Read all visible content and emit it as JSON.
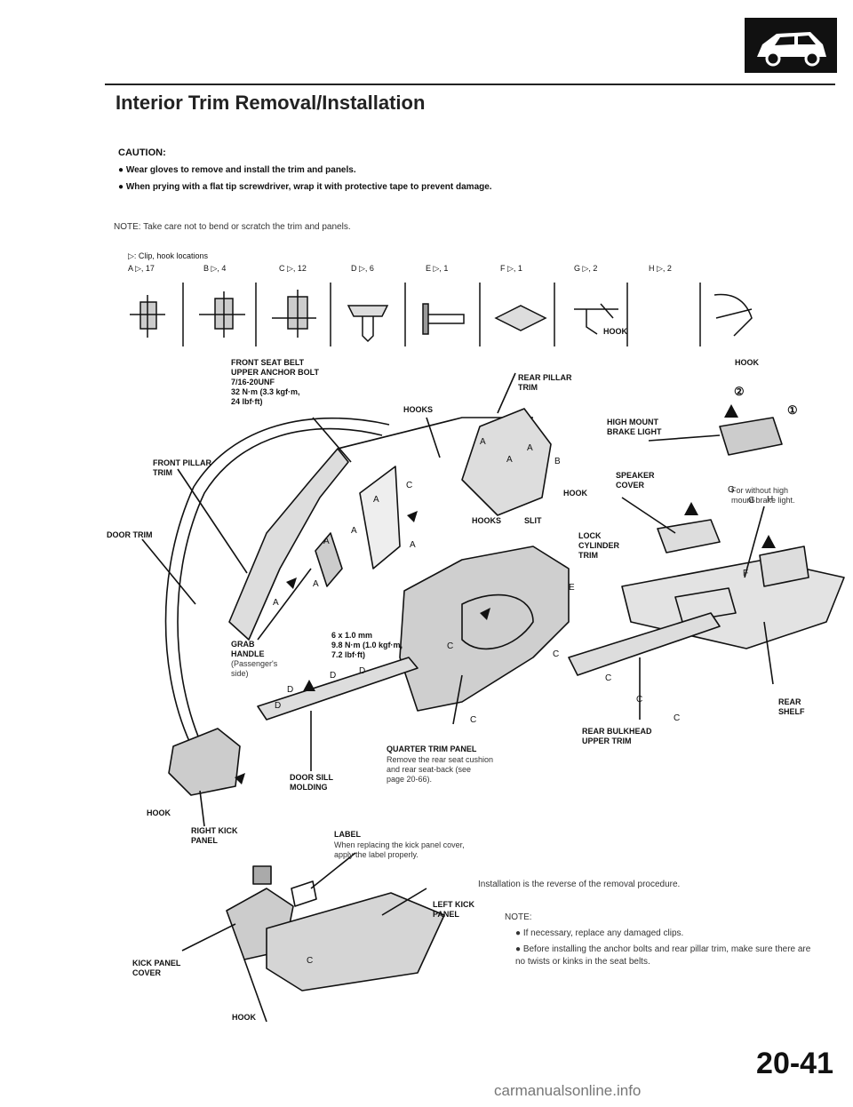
{
  "header": {
    "title": "Interior Trim Removal/Installation",
    "car_icon": "hatchback-car-icon"
  },
  "caution": {
    "heading": "CAUTION:",
    "items": [
      "Wear gloves to remove and install the trim and panels.",
      "When prying with a flat tip screwdriver, wrap it with protective tape to prevent damage."
    ]
  },
  "note_top": "NOTE:  Take care not to bend or scratch the trim and panels.",
  "clips": {
    "heading": "▷: Clip, hook locations",
    "items": [
      "A ▷, 17",
      "B ▷, 4",
      "C ▷, 12",
      "D ▷, 6",
      "E ▷, 1",
      "F ▷, 1",
      "G ▷, 2",
      "H ▷, 2"
    ]
  },
  "labels": {
    "hook_strip": "HOOK",
    "hook_strip2": "HOOK",
    "front_seat_belt": "FRONT SEAT BELT\nUPPER ANCHOR BOLT\n7/16-20UNF\n32 N·m (3.3 kgf·m,\n24 lbf·ft)",
    "rear_pillar": "REAR PILLAR\nTRIM",
    "hooks1": "HOOKS",
    "high_mount": "HIGH MOUNT\nBRAKE LIGHT",
    "num1": "①",
    "num2": "②",
    "front_pillar": "FRONT PILLAR\nTRIM",
    "door_trim": "DOOR TRIM",
    "hook_mid": "HOOK",
    "speaker": "SPEAKER\nCOVER",
    "without_high": "For without high\nmount brake light.",
    "hooks2": "HOOKS",
    "slit": "SLIT",
    "lock": "LOCK\nCYLINDER\nTRIM",
    "grab": "GRAB\nHANDLE",
    "grab_note": "(Passenger's\nside)",
    "bolt_spec": "6 x 1.0 mm\n9.8 N·m (1.0 kgf·m,\n7.2 lbf·ft)",
    "rear_shelf": "REAR\nSHELF",
    "quarter": "QUARTER TRIM PANEL",
    "quarter_note": "Remove the rear seat cushion\nand rear seat-back (see\npage 20-66).",
    "rear_bulkhead": "REAR BULKHEAD\nUPPER TRIM",
    "door_sill": "DOOR SILL\nMOLDING",
    "hook_left": "HOOK",
    "right_kick": "RIGHT KICK\nPANEL",
    "label": "LABEL",
    "label_note": "When replacing the kick panel cover,\napply the label properly.",
    "left_kick": "LEFT KICK\nPANEL",
    "kick_cover": "KICK PANEL\nCOVER",
    "hook_bottom": "HOOK"
  },
  "bottom": {
    "install": "Installation is the reverse of the removal procedure.",
    "note_head": "NOTE:",
    "notes": [
      "If necessary, replace any damaged clips.",
      "Before installing the anchor bolts and rear pillar trim, make sure there are no twists or kinks in the seat belts."
    ]
  },
  "page_number": "20-41",
  "watermark": "carmanualsonline.info"
}
